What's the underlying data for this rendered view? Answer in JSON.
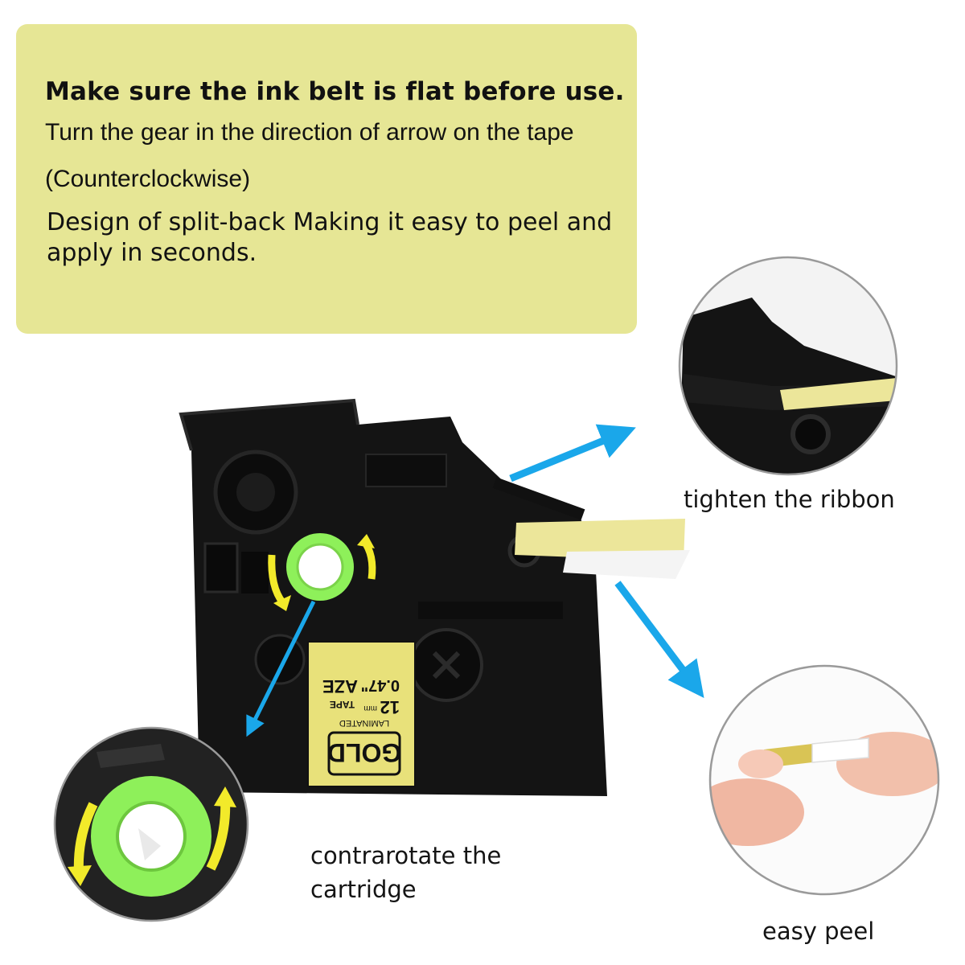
{
  "info_panel": {
    "heading": "Make sure the ink belt is flat before use.",
    "line2": "Turn the gear in the direction of arrow on the tape",
    "line3": "(Counterclockwise)",
    "line4": "Design of split-back Making it easy to peel and apply in seconds."
  },
  "labels": {
    "tighten": "tighten the ribbon",
    "contrarotate": "contrarotate the cartridge",
    "easy_peel": "easy peel"
  },
  "cartridge_label": {
    "brand": "GOLD",
    "laminated": "LAMINATED",
    "mm": "12",
    "mm_unit": "mm",
    "inch": "0.47\"",
    "series": "AZE",
    "tape": "TAPE"
  },
  "colors": {
    "panel_bg": "#e6e695",
    "arrow_blue": "#1aa7ea",
    "gear_green": "#8ef05a",
    "rotate_yellow": "#f2ea2a",
    "cartridge_black": "#141414",
    "tape_gold": "#ece69a"
  },
  "icons": [
    "arrow-right-icon",
    "arrow-down-right-icon",
    "arrow-down-left-icon",
    "rotate-arrow-icon",
    "gear-icon"
  ]
}
